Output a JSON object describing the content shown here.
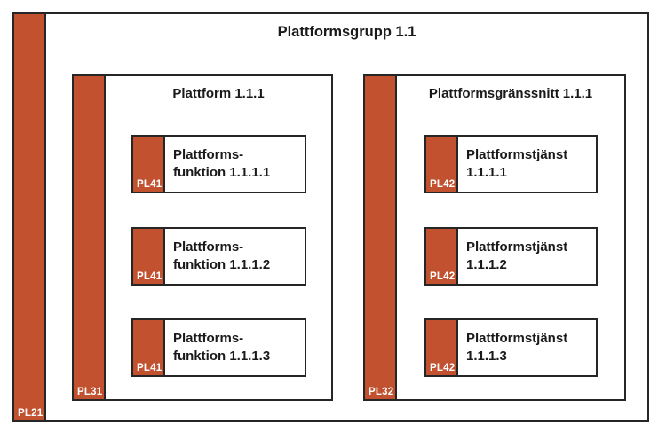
{
  "diagram": {
    "outer": {
      "tag": "PL21",
      "title": "Plattformsgrupp 1.1"
    },
    "groups": [
      {
        "tag": "PL31",
        "title": "Plattform 1.1.1",
        "items": [
          {
            "tag": "PL41",
            "title": "Plattforms-\nfunktion 1.1.1.1"
          },
          {
            "tag": "PL41",
            "title": "Plattforms-\nfunktion 1.1.1.2"
          },
          {
            "tag": "PL41",
            "title": "Plattforms-\nfunktion 1.1.1.3"
          }
        ]
      },
      {
        "tag": "PL32",
        "title": "Plattformsgränssnitt 1.1.1",
        "items": [
          {
            "tag": "PL42",
            "title": "Plattformstjänst\n1.1.1.1"
          },
          {
            "tag": "PL42",
            "title": "Plattformstjänst\n1.1.1.2"
          },
          {
            "tag": "PL42",
            "title": "Plattformstjänst\n1.1.1.3"
          }
        ]
      }
    ],
    "colors": {
      "accent": "#C1512F",
      "border": "#262626",
      "background": "#FFFFFF",
      "tag_text": "#FFFFFF"
    }
  }
}
